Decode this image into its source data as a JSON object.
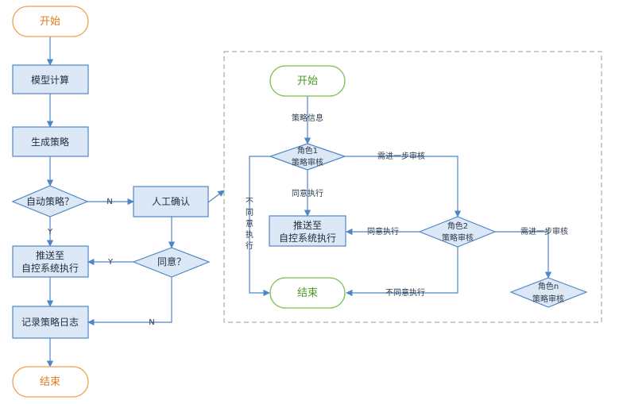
{
  "left_flow": {
    "start": "开始",
    "model_calc": "模型计算",
    "gen_strategy": "生成策略",
    "auto_strategy": "自动策略？",
    "push_line1": "推送至",
    "push_line2": "自控系统执行",
    "log": "记录策略日志",
    "end": "结束",
    "manual_confirm": "人工确认",
    "agree": "同意？",
    "label_n1": "N",
    "label_y1": "Y",
    "label_y2": "Y",
    "label_n2": "N"
  },
  "right_flow": {
    "start": "开始",
    "strategy_info": "策略信息",
    "role1_line1": "角色1",
    "role1_line2": "策略审核",
    "need_review1": "需进一步审核",
    "agree_exec1": "同意执行",
    "disagree_vertical": [
      "不",
      "同",
      "意",
      "执",
      "行"
    ],
    "push_line1": "推送至",
    "push_line2": "自控系统执行",
    "agree_exec2": "同意执行",
    "role2_line1": "角色2",
    "role2_line2": "策略审核",
    "need_review2": "需进一步审核",
    "end": "结束",
    "disagree_exec2": "不同意执行",
    "rolen_line1": "角色n",
    "rolen_line2": "策略审核"
  },
  "colors": {
    "node_fill": "#dce8f5",
    "node_stroke": "#4f86c6",
    "start_end_orange": "#e07a20",
    "start_end_green": "#4a9a22",
    "dashed_border": "#9a9a9a"
  }
}
